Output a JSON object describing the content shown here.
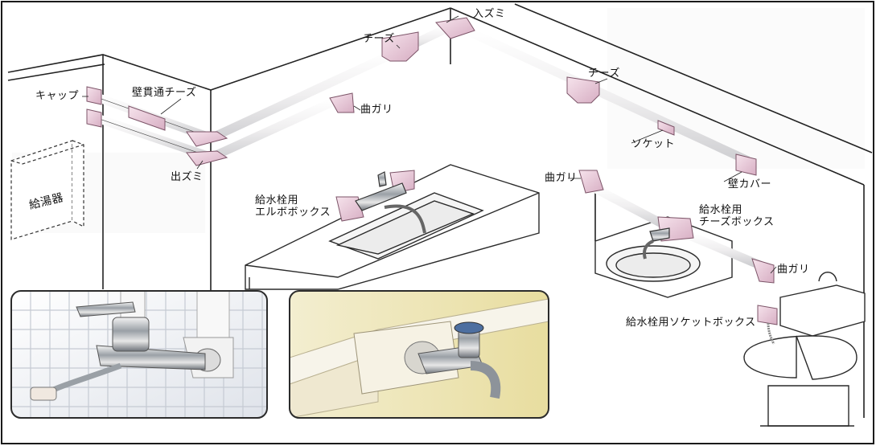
{
  "labels": {
    "cap": "キャップ",
    "wall_through_tee": "壁貫通チーズ",
    "inside_corner": "入ズミ",
    "tee_upper": "チーズ",
    "tee_right": "チーズ",
    "bend_center": "曲ガリ",
    "bend_right": "曲ガリ",
    "bend_toilet": "曲ガリ",
    "outside_corner": "出ズミ",
    "socket": "ソケット",
    "wall_cover": "壁カバー",
    "water_heater": "給湯器",
    "elbow_box": "給水栓用\nエルボボックス",
    "tee_box": "給水栓用\nチーズボックス",
    "socket_box": "給水栓用ソケットボックス"
  },
  "colors": {
    "duct_pink": "#ead1dc",
    "duct_shade": "#c79cb2",
    "duct_white": "#f7f7f5",
    "outline": "#333333",
    "tile": "#eef0f3",
    "photo_bg": "#f1e6b8"
  }
}
